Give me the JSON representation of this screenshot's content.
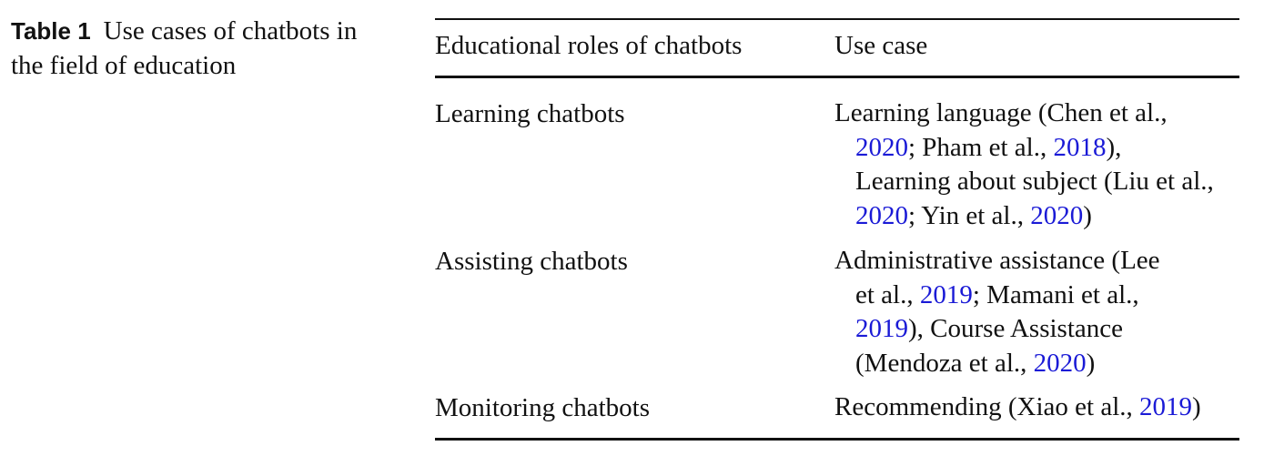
{
  "caption": {
    "label": "Table 1",
    "text_line1": "Use cases of chatbots in",
    "text_line2": "the field of education"
  },
  "table": {
    "headers": {
      "role": "Educational roles of chatbots",
      "use_case": "Use case"
    },
    "colors": {
      "citation_link": "#1a1ad6",
      "text": "#111111"
    },
    "rows": [
      {
        "role": "Learning chatbots",
        "use_case_lines": [
          [
            {
              "t": "Learning language (Chen et al.,"
            }
          ],
          [
            {
              "t": "2020",
              "link": true
            },
            {
              "t": "; Pham et al., "
            },
            {
              "t": "2018",
              "link": true
            },
            {
              "t": "),"
            }
          ],
          [
            {
              "t": "Learning about subject (Liu et al.,"
            }
          ],
          [
            {
              "t": "2020",
              "link": true
            },
            {
              "t": "; Yin et al., "
            },
            {
              "t": "2020",
              "link": true
            },
            {
              "t": ")"
            }
          ]
        ]
      },
      {
        "role": "Assisting chatbots",
        "use_case_lines": [
          [
            {
              "t": "Administrative assistance (Lee"
            }
          ],
          [
            {
              "t": "et al., "
            },
            {
              "t": "2019",
              "link": true
            },
            {
              "t": "; Mamani et al.,"
            }
          ],
          [
            {
              "t": "2019",
              "link": true
            },
            {
              "t": "), Course Assistance"
            }
          ],
          [
            {
              "t": "(Mendoza et al., "
            },
            {
              "t": "2020",
              "link": true
            },
            {
              "t": ")"
            }
          ]
        ]
      },
      {
        "role": "Monitoring chatbots",
        "use_case_lines": [
          [
            {
              "t": "Recommending (Xiao et al., "
            },
            {
              "t": "2019",
              "link": true
            },
            {
              "t": ")"
            }
          ]
        ]
      }
    ]
  }
}
